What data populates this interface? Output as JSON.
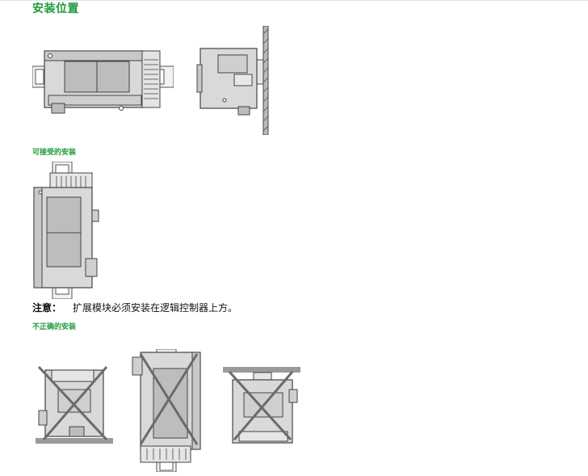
{
  "title": "安装位置",
  "sections": {
    "acceptable": "可接受的安装",
    "incorrect": "不正确的安装"
  },
  "note": {
    "label": "注意：",
    "text": "扩展模块必须安装在逻辑控制器上方。"
  },
  "figures": [
    {
      "name": "front-view-horizontal",
      "icon": "plc-front-icon"
    },
    {
      "name": "side-view-on-wall",
      "icon": "plc-side-icon"
    },
    {
      "name": "vertical-correct",
      "icon": "plc-vertical-icon"
    },
    {
      "name": "incorrect-upside-down",
      "icon": "cross-icon"
    },
    {
      "name": "incorrect-vertical-reversed",
      "icon": "cross-icon"
    },
    {
      "name": "incorrect-hanging",
      "icon": "cross-icon"
    }
  ],
  "colors": {
    "heading": "#1e9a3c",
    "device": "#d9d9d9",
    "device_dark": "#b8b8b8",
    "outline": "#444444",
    "cross": "#6b6b6b",
    "surface": "#9a9a9a"
  }
}
